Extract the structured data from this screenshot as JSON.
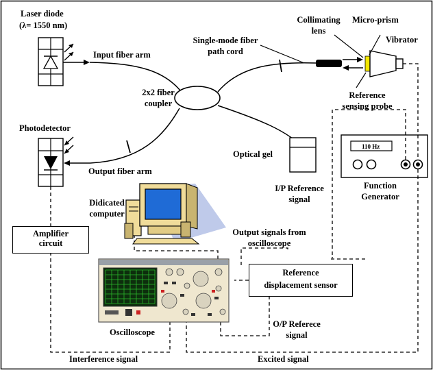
{
  "labels": {
    "laser_diode_line1": "Laser diode",
    "laser_diode_line2": "(λ= 1550 nm)",
    "input_fiber_arm": "Input fiber arm",
    "fiber_coupler_line1": "2x2 fiber",
    "fiber_coupler_line2": "coupler",
    "photodetector": "Photodetector",
    "output_fiber_arm": "Output fiber arm",
    "fiber_cord_line1": "Single-mode fiber",
    "fiber_cord_line2": "path cord",
    "collimating_lens_line1": "Collimating",
    "collimating_lens_line2": "lens",
    "micro_prism": "Micro-prism",
    "vibrator": "Vibrator",
    "reference_probe_line1": "Reference",
    "reference_probe_line2": "sensing probe",
    "optical_gel": "Optical gel",
    "ip_reference_line1": "I/P Reference",
    "ip_reference_line2": "signal",
    "function_generator_line1": "Function",
    "function_generator_line2": "Generator",
    "function_generator_display": "110 Hz",
    "dedicated_computer_line1": "Didicated",
    "dedicated_computer_line2": "computer",
    "amplifier_line1": "Amplifier",
    "amplifier_line2": "circuit",
    "output_signals_line1": "Output signals from",
    "output_signals_line2": "oscilloscope",
    "ref_sensor_line1": "Reference",
    "ref_sensor_line2": "displacement sensor",
    "oscilloscope": "Oscilloscope",
    "op_reference_line1": "O/P Referece",
    "op_reference_line2": "signal",
    "interference_signal": "Interference signal",
    "excited_signal": "Excited signal"
  },
  "colors": {
    "micro_prism": "#f2e600",
    "screen_grid": "#2bb82b",
    "monitor_screen": "#1f6bd6",
    "monitor_shadow": "#b8c4e8",
    "computer_body": "#f0dc9a",
    "scope_panel": "#efe7cf"
  },
  "icons": [
    "laser-diode-icon",
    "photodetector-icon",
    "computer-icon",
    "oscilloscope-icon",
    "function-generator-icon",
    "vibrator-icon"
  ]
}
